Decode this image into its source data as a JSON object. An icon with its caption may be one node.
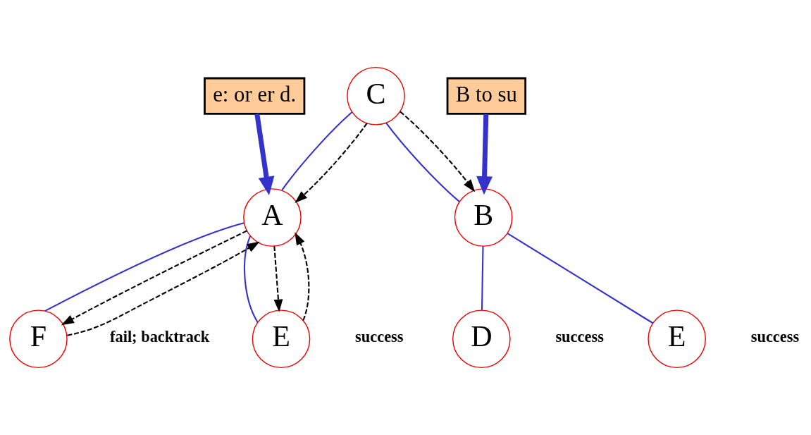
{
  "diagram": {
    "nodes": [
      {
        "text": [
          "e: or er d."
        ]
      },
      {
        "text": [
          "B to su"
        ]
      },
      {
        "text": [
          "C"
        ]
      },
      {
        "text": [
          "A"
        ]
      },
      {
        "text": [
          "B"
        ]
      },
      {
        "text": [
          "F"
        ],
        "beside": [
          "fail; backtrack"
        ]
      },
      {
        "text": [
          "E"
        ],
        "beside": [
          "success"
        ]
      },
      {
        "text": [
          "D"
        ],
        "beside": [
          "success"
        ]
      },
      {
        "text": [
          "E"
        ],
        "beside": [
          "success"
        ]
      }
    ],
    "edges": [
      {
        "from": 2,
        "to": 3,
        "arrow": "none"
      },
      {
        "from": 2,
        "to": 4,
        "arrow": "none"
      },
      {
        "from": 3,
        "to": 5,
        "arrow": "none"
      },
      {
        "from": 3,
        "to": 6,
        "arrow": "none"
      },
      {
        "from": 4,
        "to": 7,
        "arrow": "none"
      },
      {
        "from": 4,
        "to": 8,
        "arrow": "none"
      },
      {
        "from": 0,
        "to": 3,
        "arrow": "to",
        "style": "thick"
      },
      {
        "from": 1,
        "to": 4,
        "arrow": "to",
        "style": "thick"
      },
      {
        "from": 2,
        "to": 3,
        "arrow": "to",
        "style": "dashed",
        "color": "#000000"
      },
      {
        "from": 2,
        "to": 4,
        "arrow": "to",
        "style": "dashed",
        "color": "#000000"
      },
      {
        "from": 3,
        "to": 5,
        "arrow": "to",
        "style": "dashed",
        "color": "#000000"
      },
      {
        "from": 3,
        "to": 6,
        "arrow": "to",
        "style": "dashed",
        "color": "#000000"
      },
      {
        "from": 5,
        "to": 3,
        "arrow": "to",
        "style": "dashed",
        "color": "#000000"
      },
      {
        "from": 6,
        "to": 3,
        "arrow": "to",
        "style": "dashed",
        "color": "#000000"
      }
    ]
  }
}
